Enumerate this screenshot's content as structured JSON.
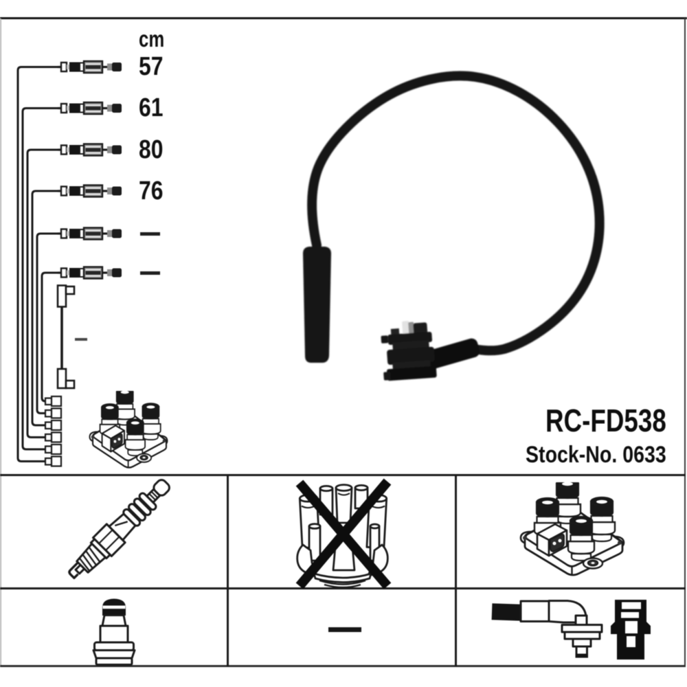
{
  "product": {
    "code": "RC-FD538",
    "stock_text": "Stock-No. 0633"
  },
  "cable_list": {
    "unit_label": "cm",
    "rows": [
      {
        "name": "cable-1",
        "length": "57"
      },
      {
        "name": "cable-2",
        "length": "61"
      },
      {
        "name": "cable-3",
        "length": "80"
      },
      {
        "name": "cable-4",
        "length": "76"
      },
      {
        "name": "cable-5",
        "length": "–"
      },
      {
        "name": "cable-6",
        "length": "–"
      }
    ],
    "coil_wire": {
      "name": "coil-wire",
      "length": "–"
    }
  },
  "legend": {
    "cells": [
      {
        "icon": "spark-plug",
        "meaning": "spark plug connection"
      },
      {
        "icon": "distributor-cap-crossed-out",
        "meaning": "not for distributor cap"
      },
      {
        "icon": "ignition-coil-pack",
        "meaning": "ignition coil connection"
      },
      {
        "icon": "terminal-connector",
        "meaning": "terminal type"
      },
      {
        "icon": "dash",
        "meaning": "–"
      },
      {
        "icon": "elbow-boot-and-connector",
        "meaning": "plug boot and connector type"
      }
    ]
  },
  "colors": {
    "ink": "#1a1a1a",
    "photo_black": "#171717",
    "background": "#ffffff"
  }
}
